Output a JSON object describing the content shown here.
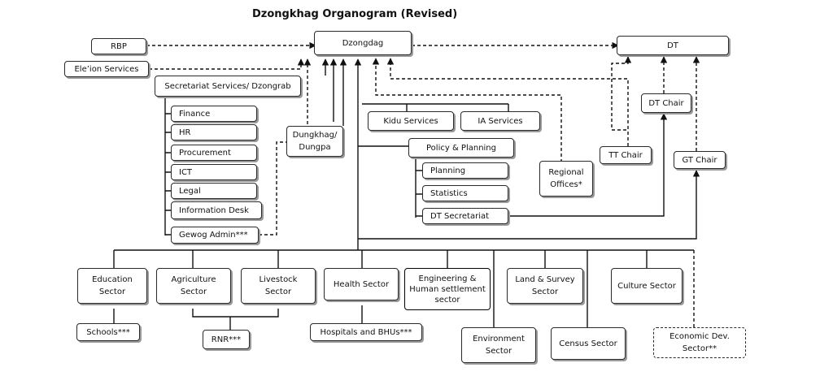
{
  "title": "Dzongkhag Organogram (Revised)",
  "nodes": {
    "rbp": "RBP",
    "elections": "Ele’ion Services",
    "dzongdag": "Dzongdag",
    "dt": "DT",
    "secretariat": "Secretariat Services/ Dzongrab",
    "finance": "Finance",
    "hr": "HR",
    "procurement": "Procurement",
    "ict": "ICT",
    "legal": "Legal",
    "info_desk": "Information Desk",
    "gewog_admin": "Gewog Admin***",
    "dungkhag": "Dungkhag/ Dungpa",
    "kidu": "Kidu Services",
    "ia": "IA Services",
    "policy": "Policy & Planning",
    "planning": "Planning",
    "statistics": "Statistics",
    "dt_secretariat": "DT Secretariat",
    "regional": "Regional Offices*",
    "tt_chair": "TT Chair",
    "dt_chair": "DT Chair",
    "gt_chair": "GT Chair",
    "education": "Education Sector",
    "agriculture": "Agriculture Sector",
    "livestock": "Livestock Sector",
    "health": "Health Sector",
    "engineering": "Engineering & Human settlement sector",
    "land_survey": "Land & Survey Sector",
    "culture": "Culture Sector",
    "schools": "Schools***",
    "rnr": "RNR***",
    "hospitals": "Hospitals and BHUs***",
    "environment": "Environment Sector",
    "census": "Census Sector",
    "economic": "Economic Dev. Sector**"
  }
}
